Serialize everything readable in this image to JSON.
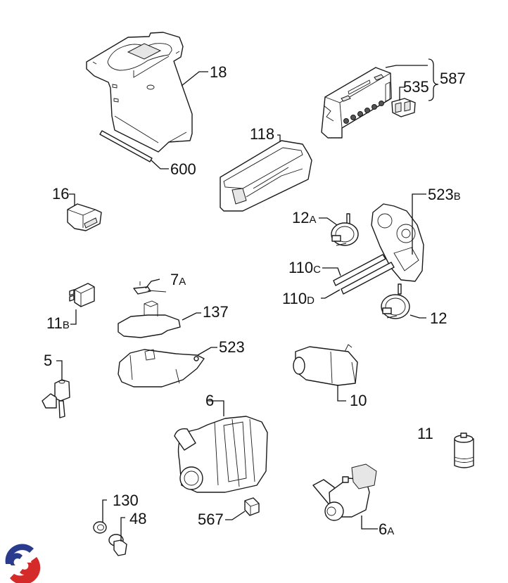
{
  "diagram": {
    "type": "exploded-parts-diagram",
    "callouts": [
      {
        "id": "18",
        "num": "18",
        "suffix": ""
      },
      {
        "id": "600",
        "num": "600",
        "suffix": ""
      },
      {
        "id": "587",
        "num": "587",
        "suffix": ""
      },
      {
        "id": "535",
        "num": "535",
        "suffix": ""
      },
      {
        "id": "118",
        "num": "118",
        "suffix": ""
      },
      {
        "id": "16",
        "num": "16",
        "suffix": ""
      },
      {
        "id": "523B",
        "num": "523",
        "suffix": "B"
      },
      {
        "id": "12A",
        "num": "12",
        "suffix": "A"
      },
      {
        "id": "110C",
        "num": "110",
        "suffix": "C"
      },
      {
        "id": "110D",
        "num": "110",
        "suffix": "D"
      },
      {
        "id": "7A",
        "num": "7",
        "suffix": "A"
      },
      {
        "id": "11B",
        "num": "11",
        "suffix": "B"
      },
      {
        "id": "137",
        "num": "137",
        "suffix": ""
      },
      {
        "id": "12",
        "num": "12",
        "suffix": ""
      },
      {
        "id": "523",
        "num": "523",
        "suffix": ""
      },
      {
        "id": "5",
        "num": "5",
        "suffix": ""
      },
      {
        "id": "10",
        "num": "10",
        "suffix": ""
      },
      {
        "id": "6",
        "num": "6",
        "suffix": ""
      },
      {
        "id": "11",
        "num": "11",
        "suffix": ""
      },
      {
        "id": "130",
        "num": "130",
        "suffix": ""
      },
      {
        "id": "48",
        "num": "48",
        "suffix": ""
      },
      {
        "id": "567",
        "num": "567",
        "suffix": ""
      },
      {
        "id": "6A",
        "num": "6",
        "suffix": "A"
      }
    ]
  },
  "logo": {
    "colors": {
      "blue": "#2a3a8c",
      "red": "#d42a2a"
    }
  }
}
